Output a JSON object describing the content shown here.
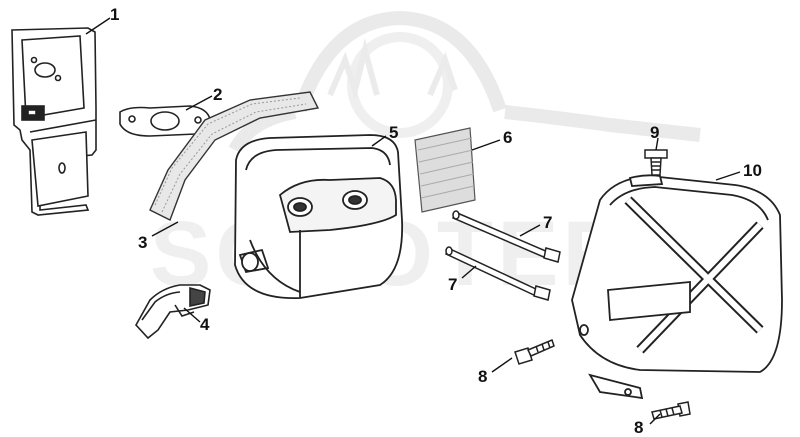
{
  "watermark": {
    "text": "SCOOTER"
  },
  "parts": [
    {
      "id": "bracket",
      "number": "1"
    },
    {
      "id": "gasket",
      "number": "2"
    },
    {
      "id": "heat-shield-strip",
      "number": "3"
    },
    {
      "id": "pipe-clamp",
      "number": "4"
    },
    {
      "id": "muffler",
      "number": "5"
    },
    {
      "id": "mesh-screen",
      "number": "6"
    },
    {
      "id": "long-bolt-upper",
      "number": "7"
    },
    {
      "id": "long-bolt-lower",
      "number": "7"
    },
    {
      "id": "short-bolt-left",
      "number": "8"
    },
    {
      "id": "short-bolt-bottom",
      "number": "8"
    },
    {
      "id": "top-screw",
      "number": "9"
    },
    {
      "id": "muffler-cover",
      "number": "10"
    }
  ]
}
